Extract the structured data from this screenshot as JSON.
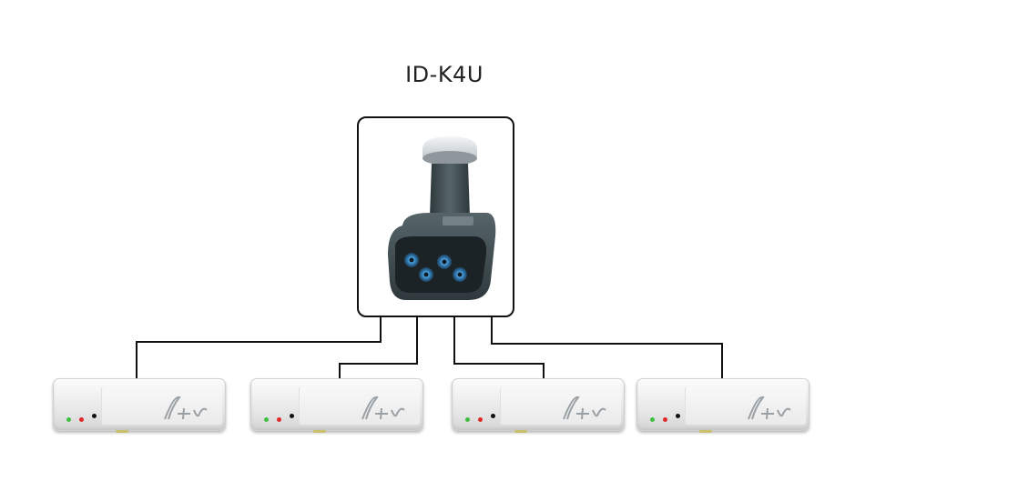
{
  "diagram": {
    "title": "ID-K4U",
    "device": {
      "name": "quad-lnb",
      "icon": "lnb-icon"
    },
    "receivers": [
      {
        "id": "receiver-1",
        "icon": "set-top-box-icon"
      },
      {
        "id": "receiver-2",
        "icon": "set-top-box-icon"
      },
      {
        "id": "receiver-3",
        "icon": "set-top-box-icon"
      },
      {
        "id": "receiver-4",
        "icon": "set-top-box-icon"
      }
    ],
    "colors": {
      "line": "#111111",
      "led_green": "#3fbf3f",
      "led_red": "#e02a2a",
      "led_black": "#111111",
      "lnb_body": "#3f4a4e",
      "lnb_cap": "#dfe3e6",
      "connector": "#3a8fd0"
    }
  }
}
